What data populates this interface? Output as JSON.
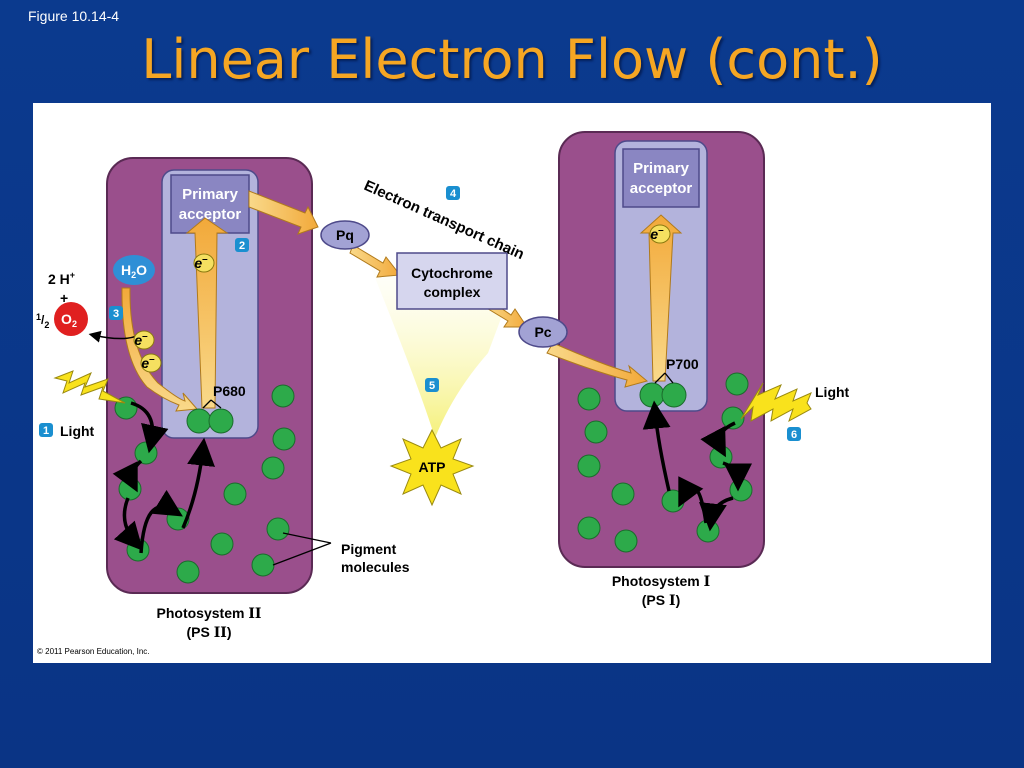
{
  "figure_label": "Figure 10.14-4",
  "title": "Linear Electron Flow (cont.)",
  "copyright": "© 2011 Pearson Education, Inc.",
  "ps2": {
    "acceptor_line1": "Primary",
    "acceptor_line2": "acceptor",
    "reaction_center": "P680",
    "name_line1": "Photosystem",
    "name_roman": "II",
    "name_line2_prefix": "(PS ",
    "name_line2_suffix": ")"
  },
  "ps1": {
    "acceptor_line1": "Primary",
    "acceptor_line2": "acceptor",
    "reaction_center": "P700",
    "name_line1": "Photosystem",
    "name_roman": "I",
    "name_line2_prefix": "(PS ",
    "name_line2_suffix": ")"
  },
  "labels": {
    "light_left": "Light",
    "light_right": "Light",
    "water_h": "H",
    "water_sub": "2",
    "water_o": "O",
    "protons_prefix": "2 H",
    "protons_sup": "+",
    "plus": "+",
    "half_num": "1",
    "half_slash": "/",
    "half_den": "2",
    "oxygen": "O",
    "oxygen_sub": "2",
    "electron": "e",
    "electron_sup": "–",
    "etc": "Electron transport chain",
    "pq": "Pq",
    "cytochrome_line1": "Cytochrome",
    "cytochrome_line2": "complex",
    "pc": "Pc",
    "atp": "ATP",
    "pigment_line1": "Pigment",
    "pigment_line2": "molecules"
  },
  "steps": [
    "1",
    "2",
    "3",
    "4",
    "5",
    "6"
  ],
  "colors": {
    "background": "#0b3a8e",
    "title": "#f5a623",
    "photosystem": "#9a4f8c",
    "photosystem_inner": "#b3b3dc",
    "acceptor": "#8a86c2",
    "pigment": "#2daa4a",
    "arrow": "#f7c45c",
    "water": "#2f8fd6",
    "oxygen": "#e02020",
    "step_badge": "#1a8fd0",
    "atp": "#f9e21c",
    "lightning": "#f9e21c"
  }
}
